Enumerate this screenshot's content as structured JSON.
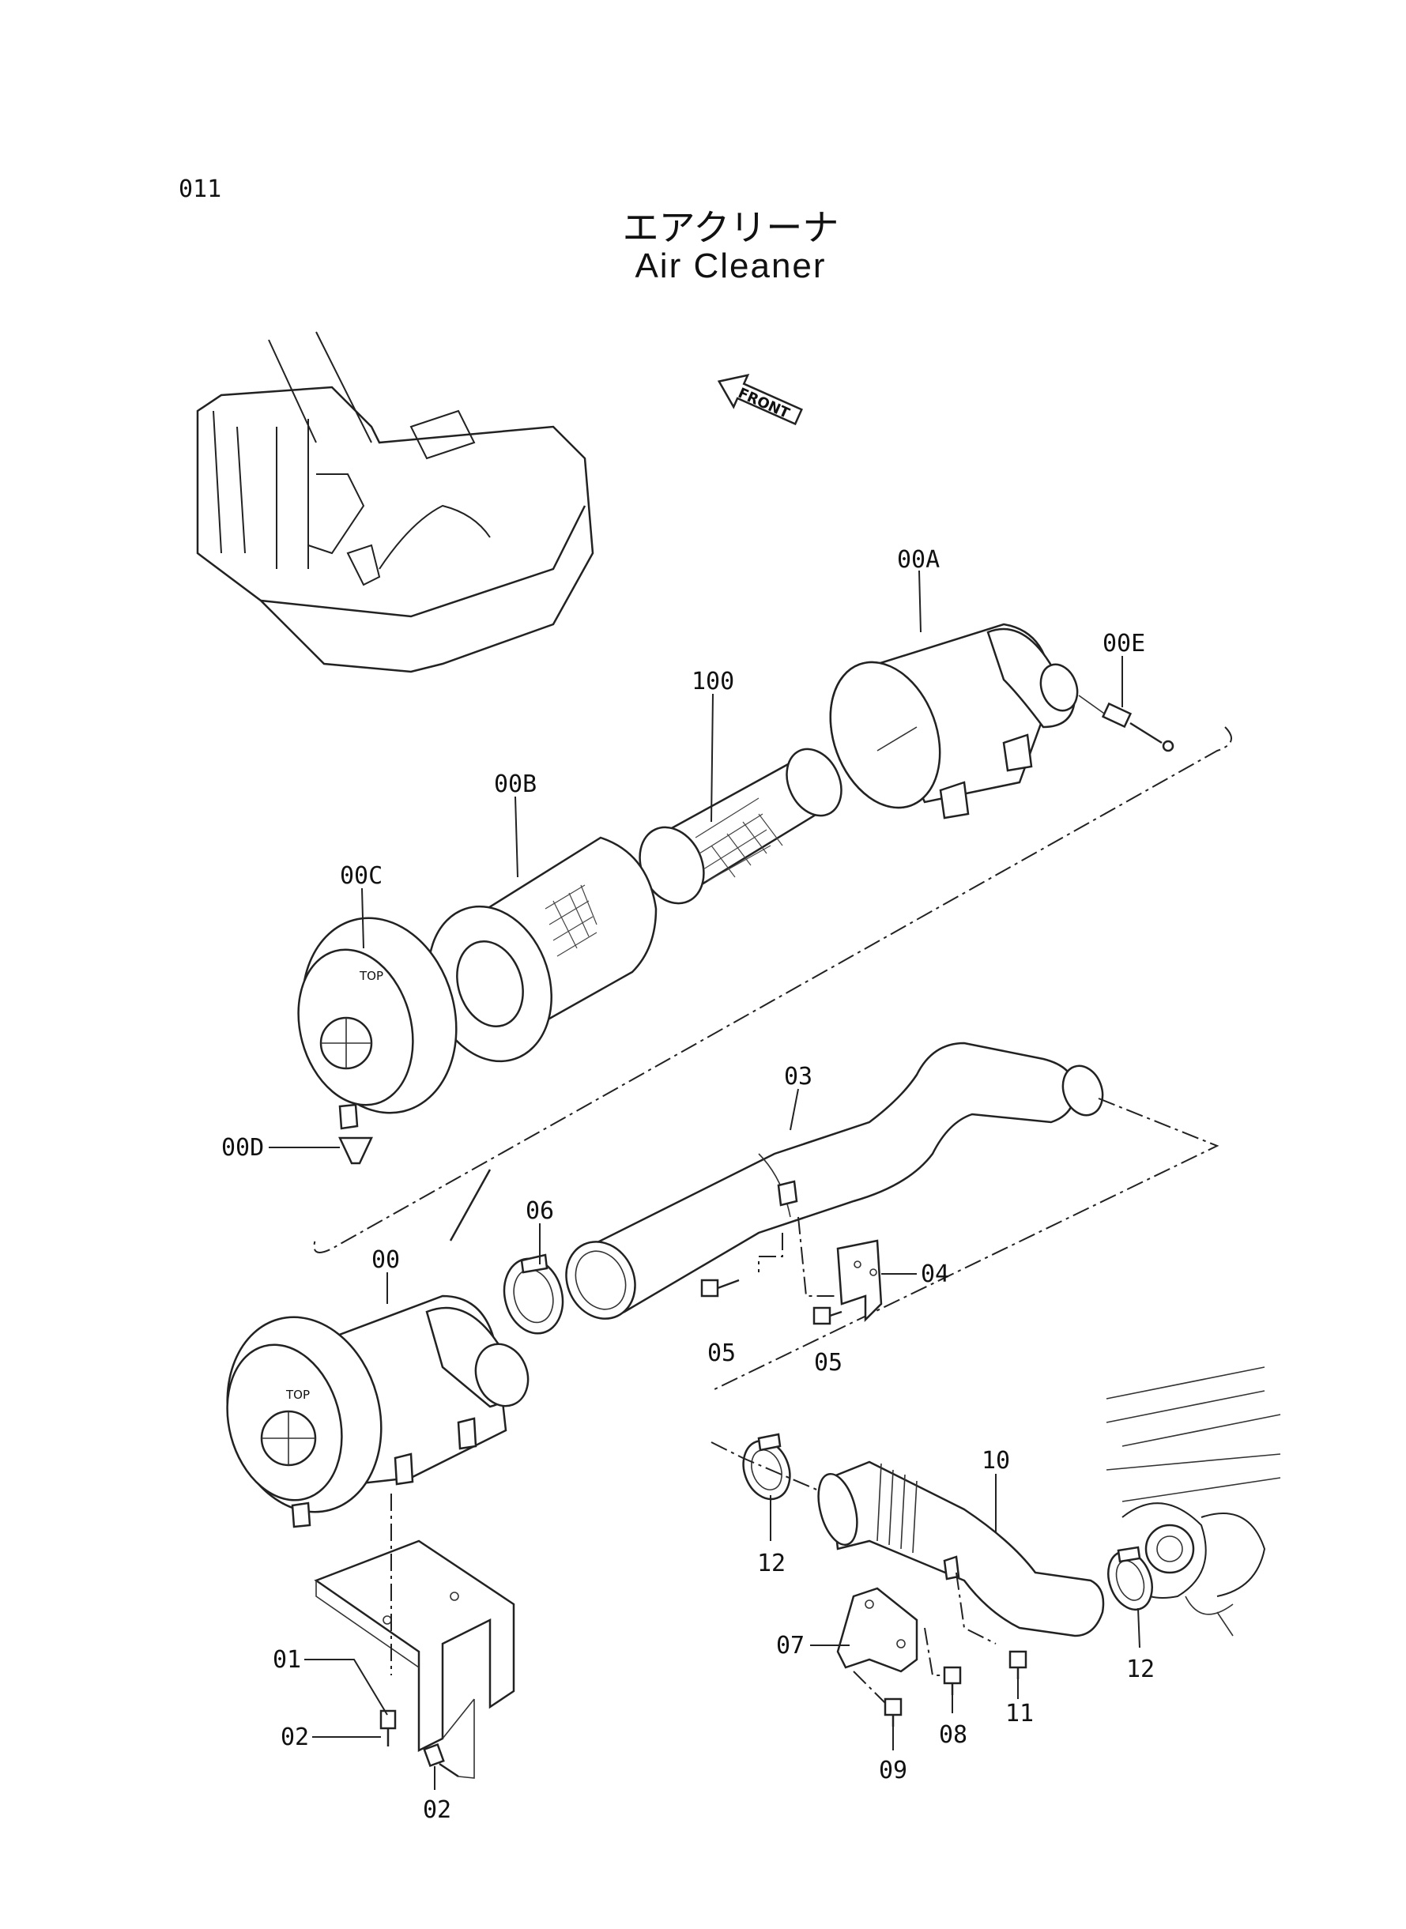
{
  "page_number": "011",
  "title_jp": "エアクリーナ",
  "title_en": "Air Cleaner",
  "front_label": "FRONT",
  "top_marks": [
    "TOP",
    "TOP"
  ],
  "callouts": [
    "00A",
    "00E",
    "100",
    "00B",
    "00C",
    "00D",
    "03",
    "06",
    "00",
    "04",
    "05",
    "05",
    "10",
    "12",
    "12",
    "07",
    "01",
    "08",
    "11",
    "09",
    "02",
    "02"
  ]
}
